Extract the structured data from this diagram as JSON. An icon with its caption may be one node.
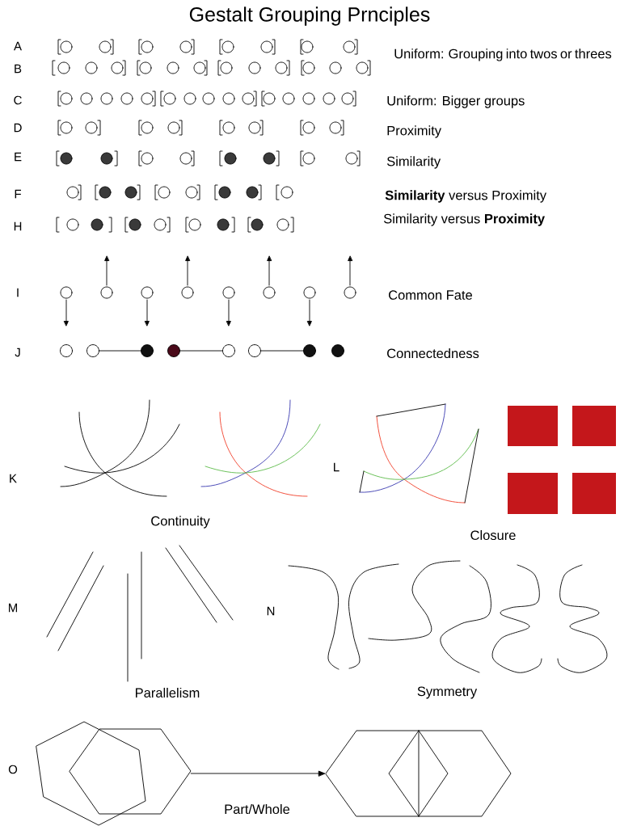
{
  "diagram": {
    "title": "Gestalt Grouping Prnciples",
    "nodes": [
      {
        "text": [],
        "shape": "picture"
      },
      {
        "text": [],
        "shape": "picture"
      }
    ],
    "edges": [
      {
        "from": 0,
        "to": 1,
        "arrow": "to"
      }
    ],
    "labels": [
      "A",
      "Uniform: Grouping into twos or threes",
      "B",
      "C",
      "Uniform: Bigger groups",
      "D",
      "Proximity",
      "E",
      "Similarity",
      "F",
      "**Similarity** versus Proximity",
      "H",
      "Similarity versus **Proximity**",
      "I",
      "Common Fate",
      "J",
      "Connectedness",
      "K",
      "L",
      "Continuity",
      "Closure",
      "M",
      "N",
      "Parallelism",
      "Symmetry",
      "O",
      "Part/Whole"
    ]
  }
}
